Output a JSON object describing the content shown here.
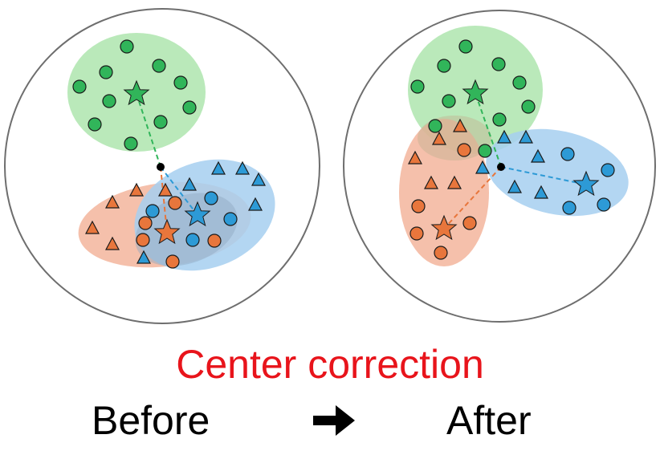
{
  "caption": {
    "title": "Center correction",
    "before_label": "Before",
    "after_label": "After"
  },
  "icons": {
    "transition": "right-arrow-icon"
  },
  "colors": {
    "title": "#e8141b",
    "green_fill": "#aee5ae",
    "green_point": "#31b55a",
    "orange_fill": "#f3b59c",
    "orange_point": "#e8763c",
    "blue_fill": "#a6cff0",
    "blue_point": "#2d9ad6",
    "overlap_fill": "#8fa8c0",
    "outline": "#6e6e6e"
  },
  "panels": [
    {
      "id": "before",
      "clusters": [
        "green",
        "orange",
        "blue"
      ],
      "center_marker": "origin"
    },
    {
      "id": "after",
      "clusters": [
        "green",
        "orange",
        "blue"
      ],
      "center_marker": "origin"
    }
  ]
}
